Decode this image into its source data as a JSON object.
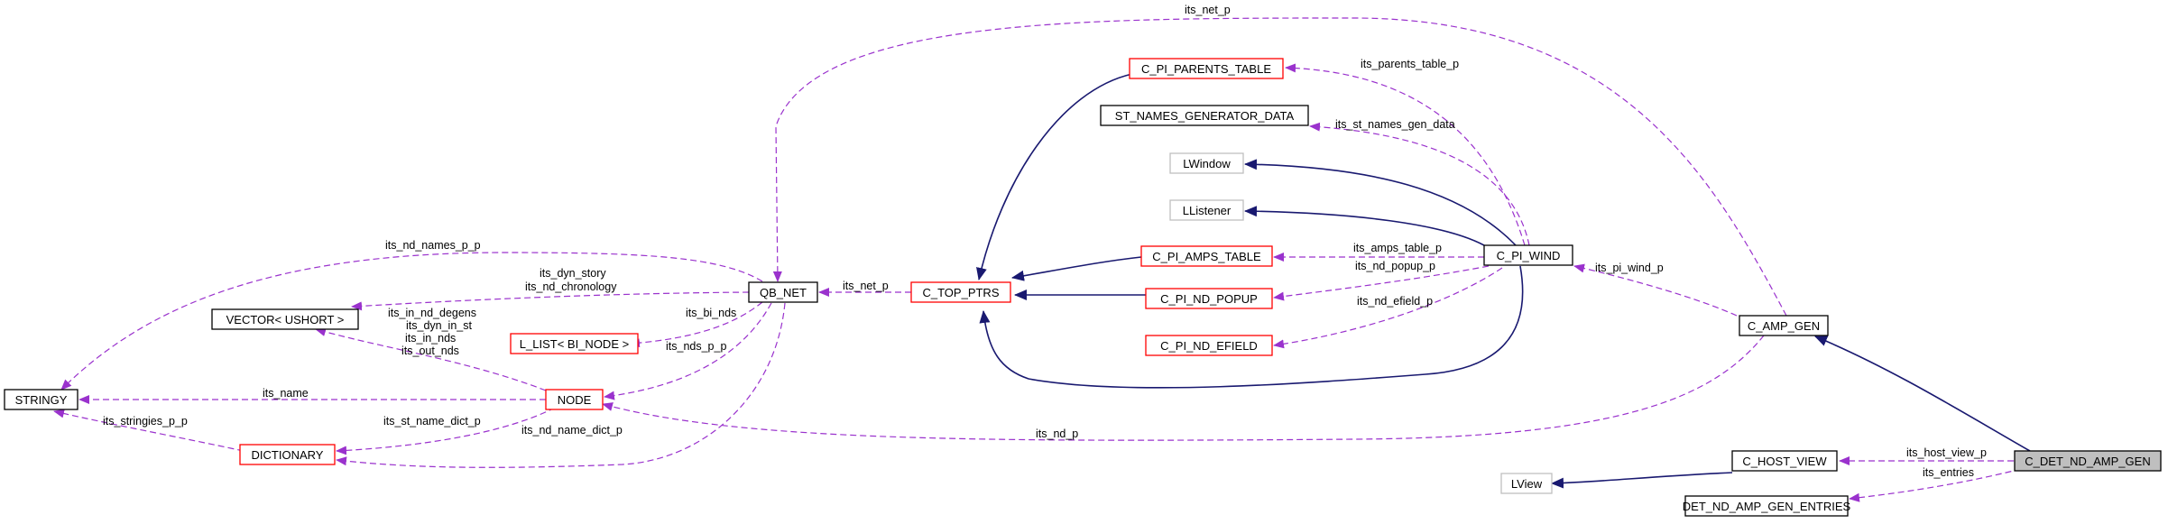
{
  "colors": {
    "focus_fill": "#bfbfbf",
    "border_black": "#000000",
    "border_red": "#ff0000",
    "border_gray": "#bfbfbf",
    "usage_arrow": "#9a32cd",
    "inherit_arrow": "#191970"
  },
  "nodes": {
    "stringy": "STRINGY",
    "vector_ushort": "VECTOR< USHORT >",
    "l_list_bi_node": "L_LIST< BI_NODE >",
    "node": "NODE",
    "dictionary": "DICTIONARY",
    "qb_net": "QB_NET",
    "c_top_ptrs": "C_TOP_PTRS",
    "c_pi_parents_table": "C_PI_PARENTS_TABLE",
    "st_names_generator_data": "ST_NAMES_GENERATOR_DATA",
    "lwindow": "LWindow",
    "llistener": "LListener",
    "c_pi_amps_table": "C_PI_AMPS_TABLE",
    "c_pi_nd_popup": "C_PI_ND_POPUP",
    "c_pi_nd_efield": "C_PI_ND_EFIELD",
    "c_pi_wind": "C_PI_WIND",
    "c_amp_gen": "C_AMP_GEN",
    "c_host_view": "C_HOST_VIEW",
    "lview": "LView",
    "det_nd_amp_gen_entries": "DET_ND_AMP_GEN_ENTRIES",
    "c_det_nd_amp_gen": "C_DET_ND_AMP_GEN"
  },
  "edge_labels": {
    "its_net_p_top": "its_net_p",
    "its_parents_table_p": "its_parents_table_p",
    "its_st_names_gen_data": "its_st_names_gen_data",
    "its_amps_table_p": "its_amps_table_p",
    "its_nd_popup_p": "its_nd_popup_p",
    "its_nd_efield_p": "its_nd_efield_p",
    "its_pi_wind_p": "its_pi_wind_p",
    "its_net_p_mid": "its_net_p",
    "its_nd_names_p_p": "its_nd_names_p_p",
    "its_dyn_story": "its_dyn_story",
    "its_nd_chronology": "its_nd_chronology",
    "its_bi_nds": "its_bi_nds",
    "its_nds_p_p": "its_nds_p_p",
    "its_in_nd_degens": "its_in_nd_degens",
    "its_dyn_in_st": "its_dyn_in_st",
    "its_in_nds": "its_in_nds",
    "its_out_nds": "its_out_nds",
    "its_name": "its_name",
    "its_st_name_dict_p": "its_st_name_dict_p",
    "its_nd_name_dict_p": "its_nd_name_dict_p",
    "its_stringies_p_p": "its_stringies_p_p",
    "its_nd_p": "its_nd_p",
    "its_host_view_p": "its_host_view_p",
    "its_entries": "its_entries"
  }
}
